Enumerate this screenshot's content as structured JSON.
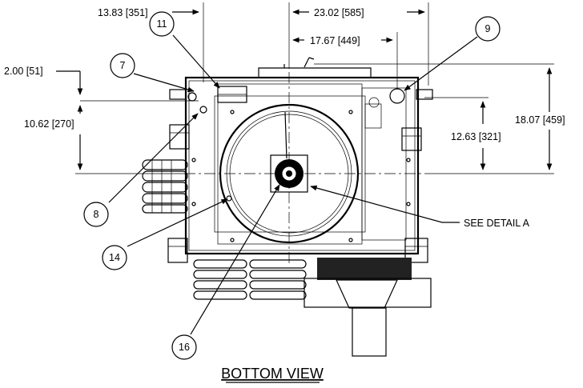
{
  "view_title": "BOTTOM VIEW",
  "note_detail": "SEE DETAIL A",
  "dimensions": {
    "d1": "13.83 [351]",
    "d2": "23.02 [585]",
    "d3": "17.67 [449]",
    "d4": "2.00 [51]",
    "d5": "10.62 [270]",
    "d6": "12.63 [321]",
    "d7": "18.07 [459]"
  },
  "callouts": {
    "c7": "7",
    "c8": "8",
    "c9": "9",
    "c11": "11",
    "c14": "14",
    "c16": "16"
  }
}
